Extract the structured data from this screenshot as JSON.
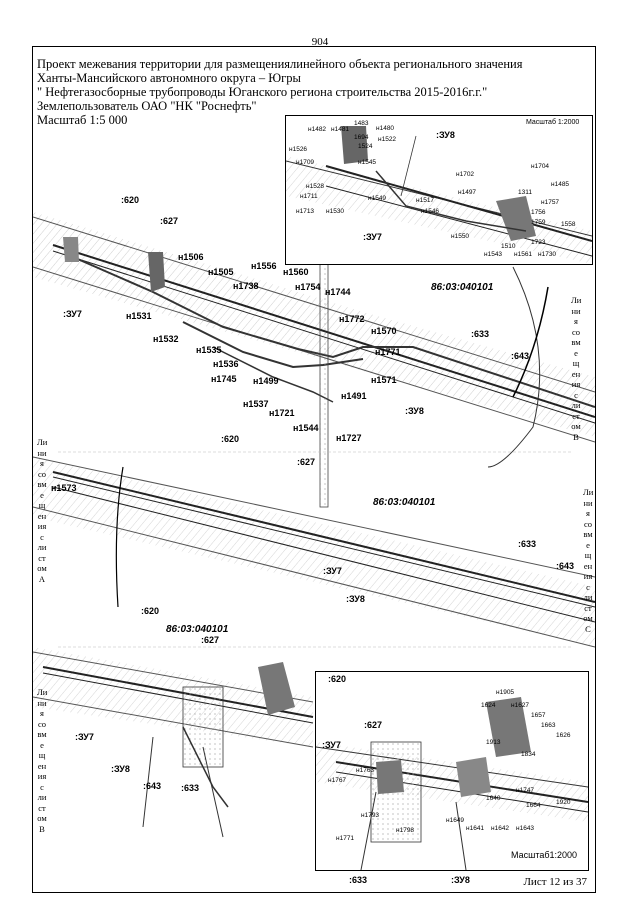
{
  "page_number": "904",
  "header": {
    "line1": "Проект межевания территории для размещениялинейного объекта регионального значения",
    "line2": "Ханты-Мансийского автономного округа – Югры",
    "line3": "\" Нефтегазосборные трубопроводы Юганского региона строительства 2015-2016г.г.\"",
    "line4": "Землепользователь ОАО \"НК \"Роснефть\"",
    "line5": "Масштаб 1:5 000"
  },
  "footer": {
    "sheet": "Лист 12 из 37"
  },
  "inset_scale_top": "Масштаб 1:2000",
  "inset_scale_bottom": "Масштаб1:2000",
  "cadastral_block": "86:03:040101",
  "parcels": {
    "zu7": ":ЗУ7",
    "zu8": ":ЗУ8",
    "p620": ":620",
    "p627": ":627",
    "p633": ":633",
    "p643": ":643"
  },
  "side_labels": {
    "line_a": [
      "Ли",
      "ни",
      "я",
      "со",
      "вм",
      "е",
      "щ",
      "ен",
      "ия",
      "с",
      "ли",
      "ст",
      "ом",
      "А"
    ],
    "line_b": [
      "Ли",
      "ни",
      "я",
      "со",
      "вм",
      "е",
      "щ",
      "ен",
      "ия",
      "с",
      "ли",
      "ст",
      "ом",
      "В"
    ],
    "line_c": [
      "Ли",
      "ни",
      "я",
      "со",
      "вм",
      "е",
      "щ",
      "ен",
      "ия",
      "с",
      "ли",
      "ст",
      "ом",
      "С"
    ]
  },
  "points_top": [
    "н1506",
    "н1505",
    "н1556",
    "н1560",
    "н1738",
    "н1754",
    "н1744",
    "н1531",
    "н1532",
    "н1535",
    "н1536",
    "н1745",
    "н1499",
    "н1537",
    "н1721",
    "н1544",
    "н1727",
    "н1772",
    "н1570",
    "н1771",
    "н1571",
    "н1491"
  ],
  "point_middle": "н1573",
  "inset_top_points": [
    "1483",
    "н1480",
    "н1482",
    "н1481",
    "1694",
    "н1522",
    "н1526",
    "1524",
    "н1545",
    "н1709",
    "н1528",
    "н1711",
    "н1713",
    "н1530",
    "н1549",
    "н1517",
    "н1546",
    "н1702",
    "н1497",
    "1311",
    "1756",
    "1759",
    "1558",
    "1723",
    "н1550",
    "1510",
    "н1543",
    "н1561",
    "н1730",
    "н1704",
    "н1485",
    "н1757"
  ],
  "inset_bottom_points": [
    "н1905",
    "1624",
    "н1627",
    "1657",
    "1663",
    "1626",
    "1834",
    "1913",
    "н1763",
    "н1767",
    "1640",
    "н1747",
    "1664",
    "1920",
    "н1649",
    "н1641",
    "н1642",
    "н1643",
    "н1771",
    "н1793",
    "н1798"
  ]
}
